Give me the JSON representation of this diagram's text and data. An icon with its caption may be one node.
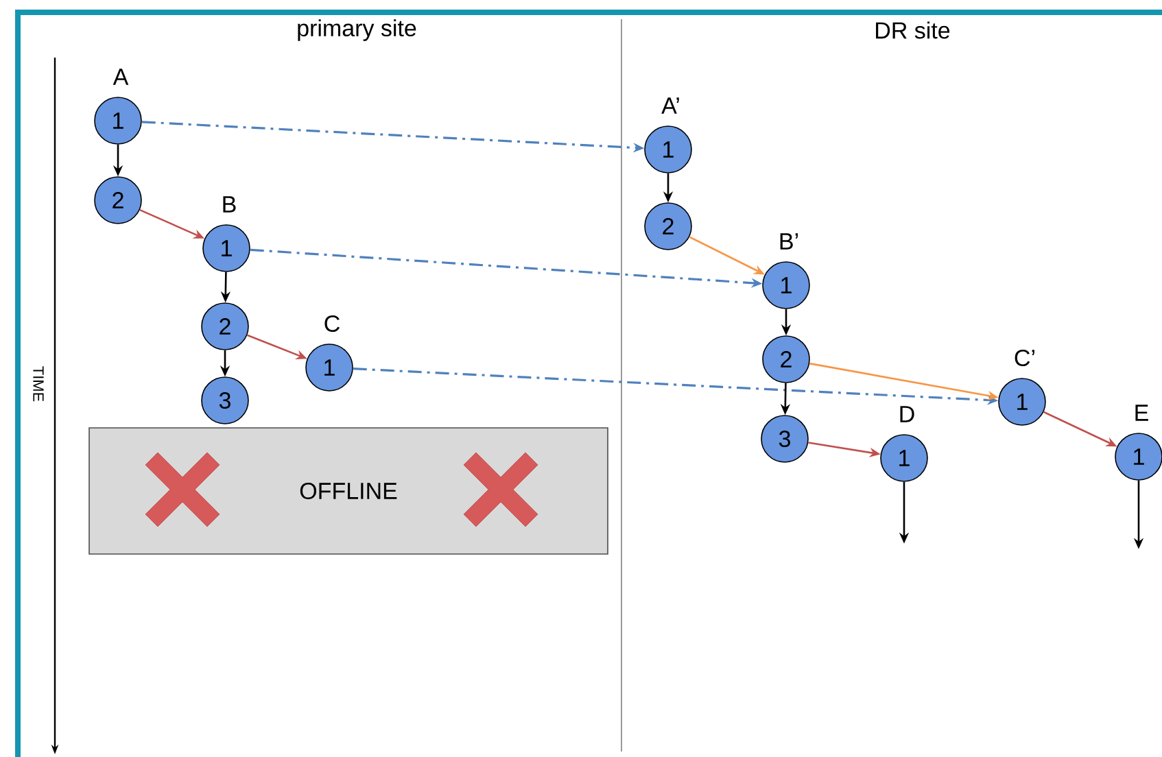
{
  "diagram": {
    "nodes": [
      {
        "text": [
          "1"
        ],
        "beside": [
          "A"
        ]
      },
      {
        "text": [
          "2"
        ]
      },
      {
        "text": [
          "1"
        ],
        "beside": [
          "B"
        ]
      },
      {
        "text": [
          "2"
        ]
      },
      {
        "text": [
          "3"
        ]
      },
      {
        "text": [
          "1"
        ],
        "beside": [
          "C"
        ]
      },
      {
        "text": [
          "OFFLINE"
        ]
      },
      {
        "text": [
          "1"
        ],
        "beside": [
          "A’"
        ]
      },
      {
        "text": [
          "2"
        ]
      },
      {
        "text": [
          "1"
        ],
        "beside": [
          "B’"
        ]
      },
      {
        "text": [
          "2"
        ]
      },
      {
        "text": [
          "3"
        ]
      },
      {
        "text": [
          "1"
        ],
        "beside": [
          "C’"
        ]
      },
      {
        "text": [
          "1"
        ],
        "beside": [
          "D"
        ]
      },
      {
        "text": [
          "1"
        ],
        "beside": [
          "E"
        ]
      }
    ],
    "edges": [
      {
        "from": 0,
        "to": 1,
        "arrow": "to"
      },
      {
        "from": 1,
        "to": 2,
        "arrow": "to",
        "color": "#c0504d"
      },
      {
        "from": 2,
        "to": 3,
        "arrow": "to"
      },
      {
        "from": 3,
        "to": 4,
        "arrow": "to"
      },
      {
        "from": 3,
        "to": 5,
        "arrow": "to",
        "color": "#c0504d"
      },
      {
        "from": 0,
        "to": 7,
        "arrow": "to",
        "style": "dashed",
        "color": "#4f81bd"
      },
      {
        "from": 2,
        "to": 9,
        "arrow": "to",
        "style": "dashed",
        "color": "#4f81bd"
      },
      {
        "from": 5,
        "to": 12,
        "arrow": "to",
        "style": "dashed",
        "color": "#4f81bd"
      },
      {
        "from": 7,
        "to": 8,
        "arrow": "to"
      },
      {
        "from": 8,
        "to": 9,
        "arrow": "to",
        "color": "#f79646"
      },
      {
        "from": 9,
        "to": 10,
        "arrow": "to"
      },
      {
        "from": 10,
        "to": 11,
        "arrow": "to"
      },
      {
        "from": 10,
        "to": 12,
        "arrow": "to",
        "color": "#f79646"
      },
      {
        "from": 11,
        "to": 13,
        "arrow": "to",
        "color": "#c0504d"
      },
      {
        "from": 12,
        "to": 14,
        "arrow": "to",
        "color": "#c0504d"
      },
      {
        "from": 13,
        "to": null,
        "arrow": "to"
      },
      {
        "from": 14,
        "to": null,
        "arrow": "to"
      }
    ],
    "labels": [
      "primary site",
      "DR site",
      "TIME"
    ]
  }
}
